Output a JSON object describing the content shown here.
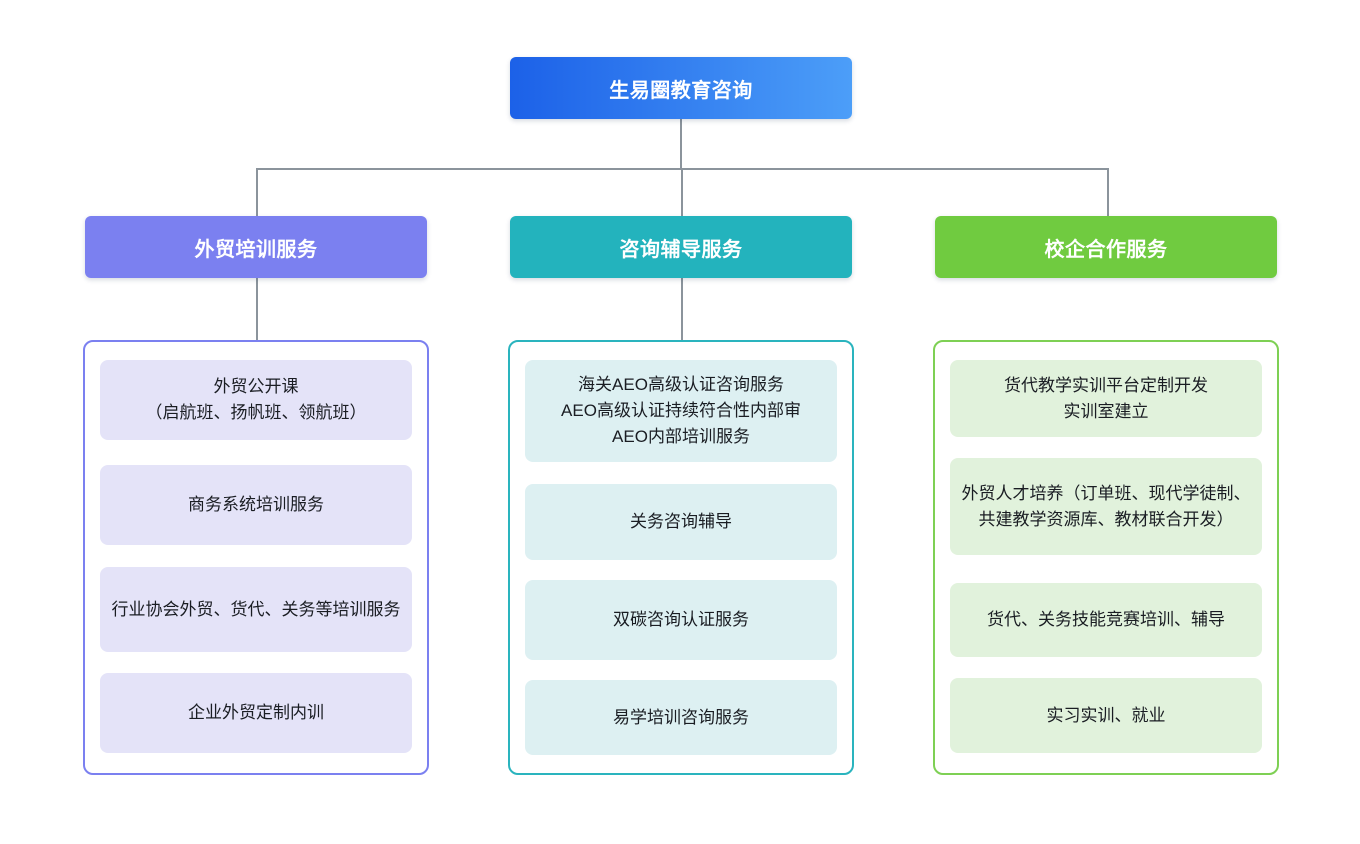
{
  "root": {
    "label": "生易圈教育咨询"
  },
  "colors": {
    "root_gradient_start": "#1c61e8",
    "root_gradient_end": "#4c9ef8",
    "connector": "#8b949c",
    "branch_1_accent": "#7b80f0",
    "branch_1_item_bg": "#e4e3f8",
    "branch_2_accent": "#23b3bd",
    "branch_2_item_bg": "#ddf0f2",
    "branch_3_accent": "#70cb40",
    "branch_3_item_bg": "#e1f2dc"
  },
  "branches": [
    {
      "label": "外贸培训服务",
      "items": [
        {
          "text": "外贸公开课\n（启航班、扬帆班、领航班）"
        },
        {
          "text": "商务系统培训服务"
        },
        {
          "text": "行业协会外贸、货代、关务等培训服务"
        },
        {
          "text": "企业外贸定制内训"
        }
      ]
    },
    {
      "label": "咨询辅导服务",
      "items": [
        {
          "text": "海关AEO高级认证咨询服务\nAEO高级认证持续符合性内部审\nAEO内部培训服务"
        },
        {
          "text": "关务咨询辅导"
        },
        {
          "text": "双碳咨询认证服务"
        },
        {
          "text": "易学培训咨询服务"
        }
      ]
    },
    {
      "label": "校企合作服务",
      "items": [
        {
          "text": "货代教学实训平台定制开发\n实训室建立"
        },
        {
          "text": "外贸人才培养（订单班、现代学徒制、共建教学资源库、教材联合开发）"
        },
        {
          "text": "货代、关务技能竞赛培训、辅导"
        },
        {
          "text": "实习实训、就业"
        }
      ]
    }
  ]
}
